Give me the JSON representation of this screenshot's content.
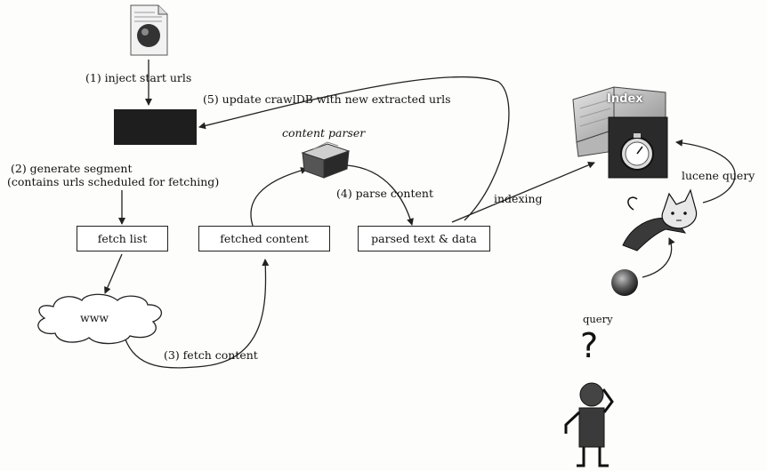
{
  "steps": {
    "inject": "(1) inject start urls",
    "update": "(5) update crawlDB with new extracted urls",
    "generate_line1": "(2) generate segment",
    "generate_line2": "(contains urls scheduled for fetching)",
    "fetch": "(3) fetch content",
    "parse": "(4) parse content"
  },
  "nodes": {
    "content_parser": "content parser",
    "fetch_list": "fetch list",
    "fetched_content": "fetched content",
    "parsed_text": "parsed text & data",
    "www": "www",
    "index": "Index"
  },
  "edges": {
    "indexing": "indexing",
    "lucene_query": "lucene query",
    "query": "query"
  },
  "glyphs": {
    "question_mark": "?"
  },
  "icons": [
    "document-icon",
    "crawldb-icon",
    "content-parser-icon",
    "index-book-icon",
    "stopwatch-icon",
    "tomcat-icon",
    "globe-icon",
    "person-icon"
  ],
  "colors": {
    "ink": "#222222",
    "crawldb": "#1e1e1e",
    "paper": "#ffffff"
  }
}
